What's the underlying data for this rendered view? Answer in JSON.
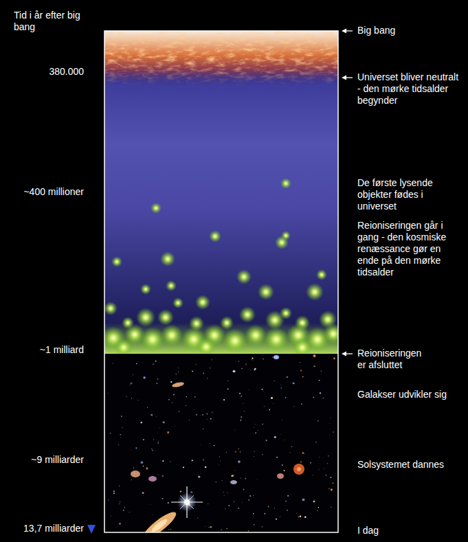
{
  "diagram": {
    "labels": [
      "Tid i år efter big bang",
      "Big bang",
      "380.000",
      "Universet bliver neutralt - den mørke tidsalder begynder",
      "~400 millioner",
      "De første lysende objekter fødes i universet",
      "Reioniseringen går i gang - den kosmiske renæssance gør en ende på den mørke tidsalder",
      "~1 milliard",
      "Reioniseringen er afsluttet",
      "Galakser udvikler sig",
      "~9 milliarder",
      "Solsystemet dannes",
      "13,7 milliarder",
      "I dag"
    ]
  }
}
